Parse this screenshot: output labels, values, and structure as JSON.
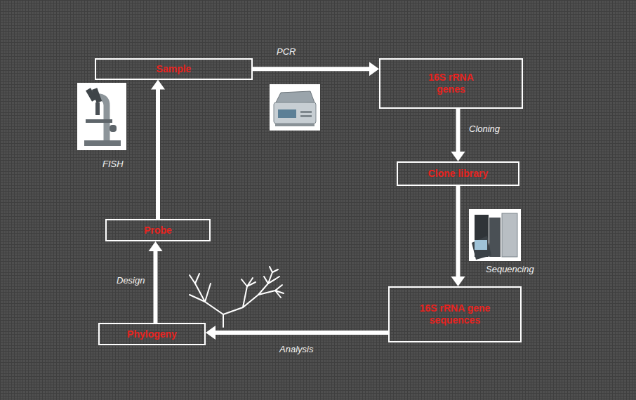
{
  "diagram": {
    "nodes": [
      {
        "text": [
          "Sample"
        ]
      },
      {
        "text": [
          "16S rRNA genes"
        ]
      },
      {
        "text": [
          "Clone library"
        ]
      },
      {
        "text": [
          "16S rRNA gene sequences"
        ]
      },
      {
        "text": [
          "Phylogeny"
        ]
      },
      {
        "text": [
          "Probe"
        ]
      }
    ],
    "edges": [
      {
        "from": 0,
        "to": 1,
        "arrow": "to",
        "label": "PCR"
      },
      {
        "from": 1,
        "to": 2,
        "arrow": "to",
        "label": "Cloning"
      },
      {
        "from": 2,
        "to": 3,
        "arrow": "to",
        "label": "Sequencing"
      },
      {
        "from": 3,
        "to": 4,
        "arrow": "to",
        "label": "Analysis"
      },
      {
        "from": 4,
        "to": 5,
        "arrow": "to",
        "label": "Design"
      },
      {
        "from": 5,
        "to": 0,
        "arrow": "to",
        "label": "FISH"
      }
    ]
  }
}
